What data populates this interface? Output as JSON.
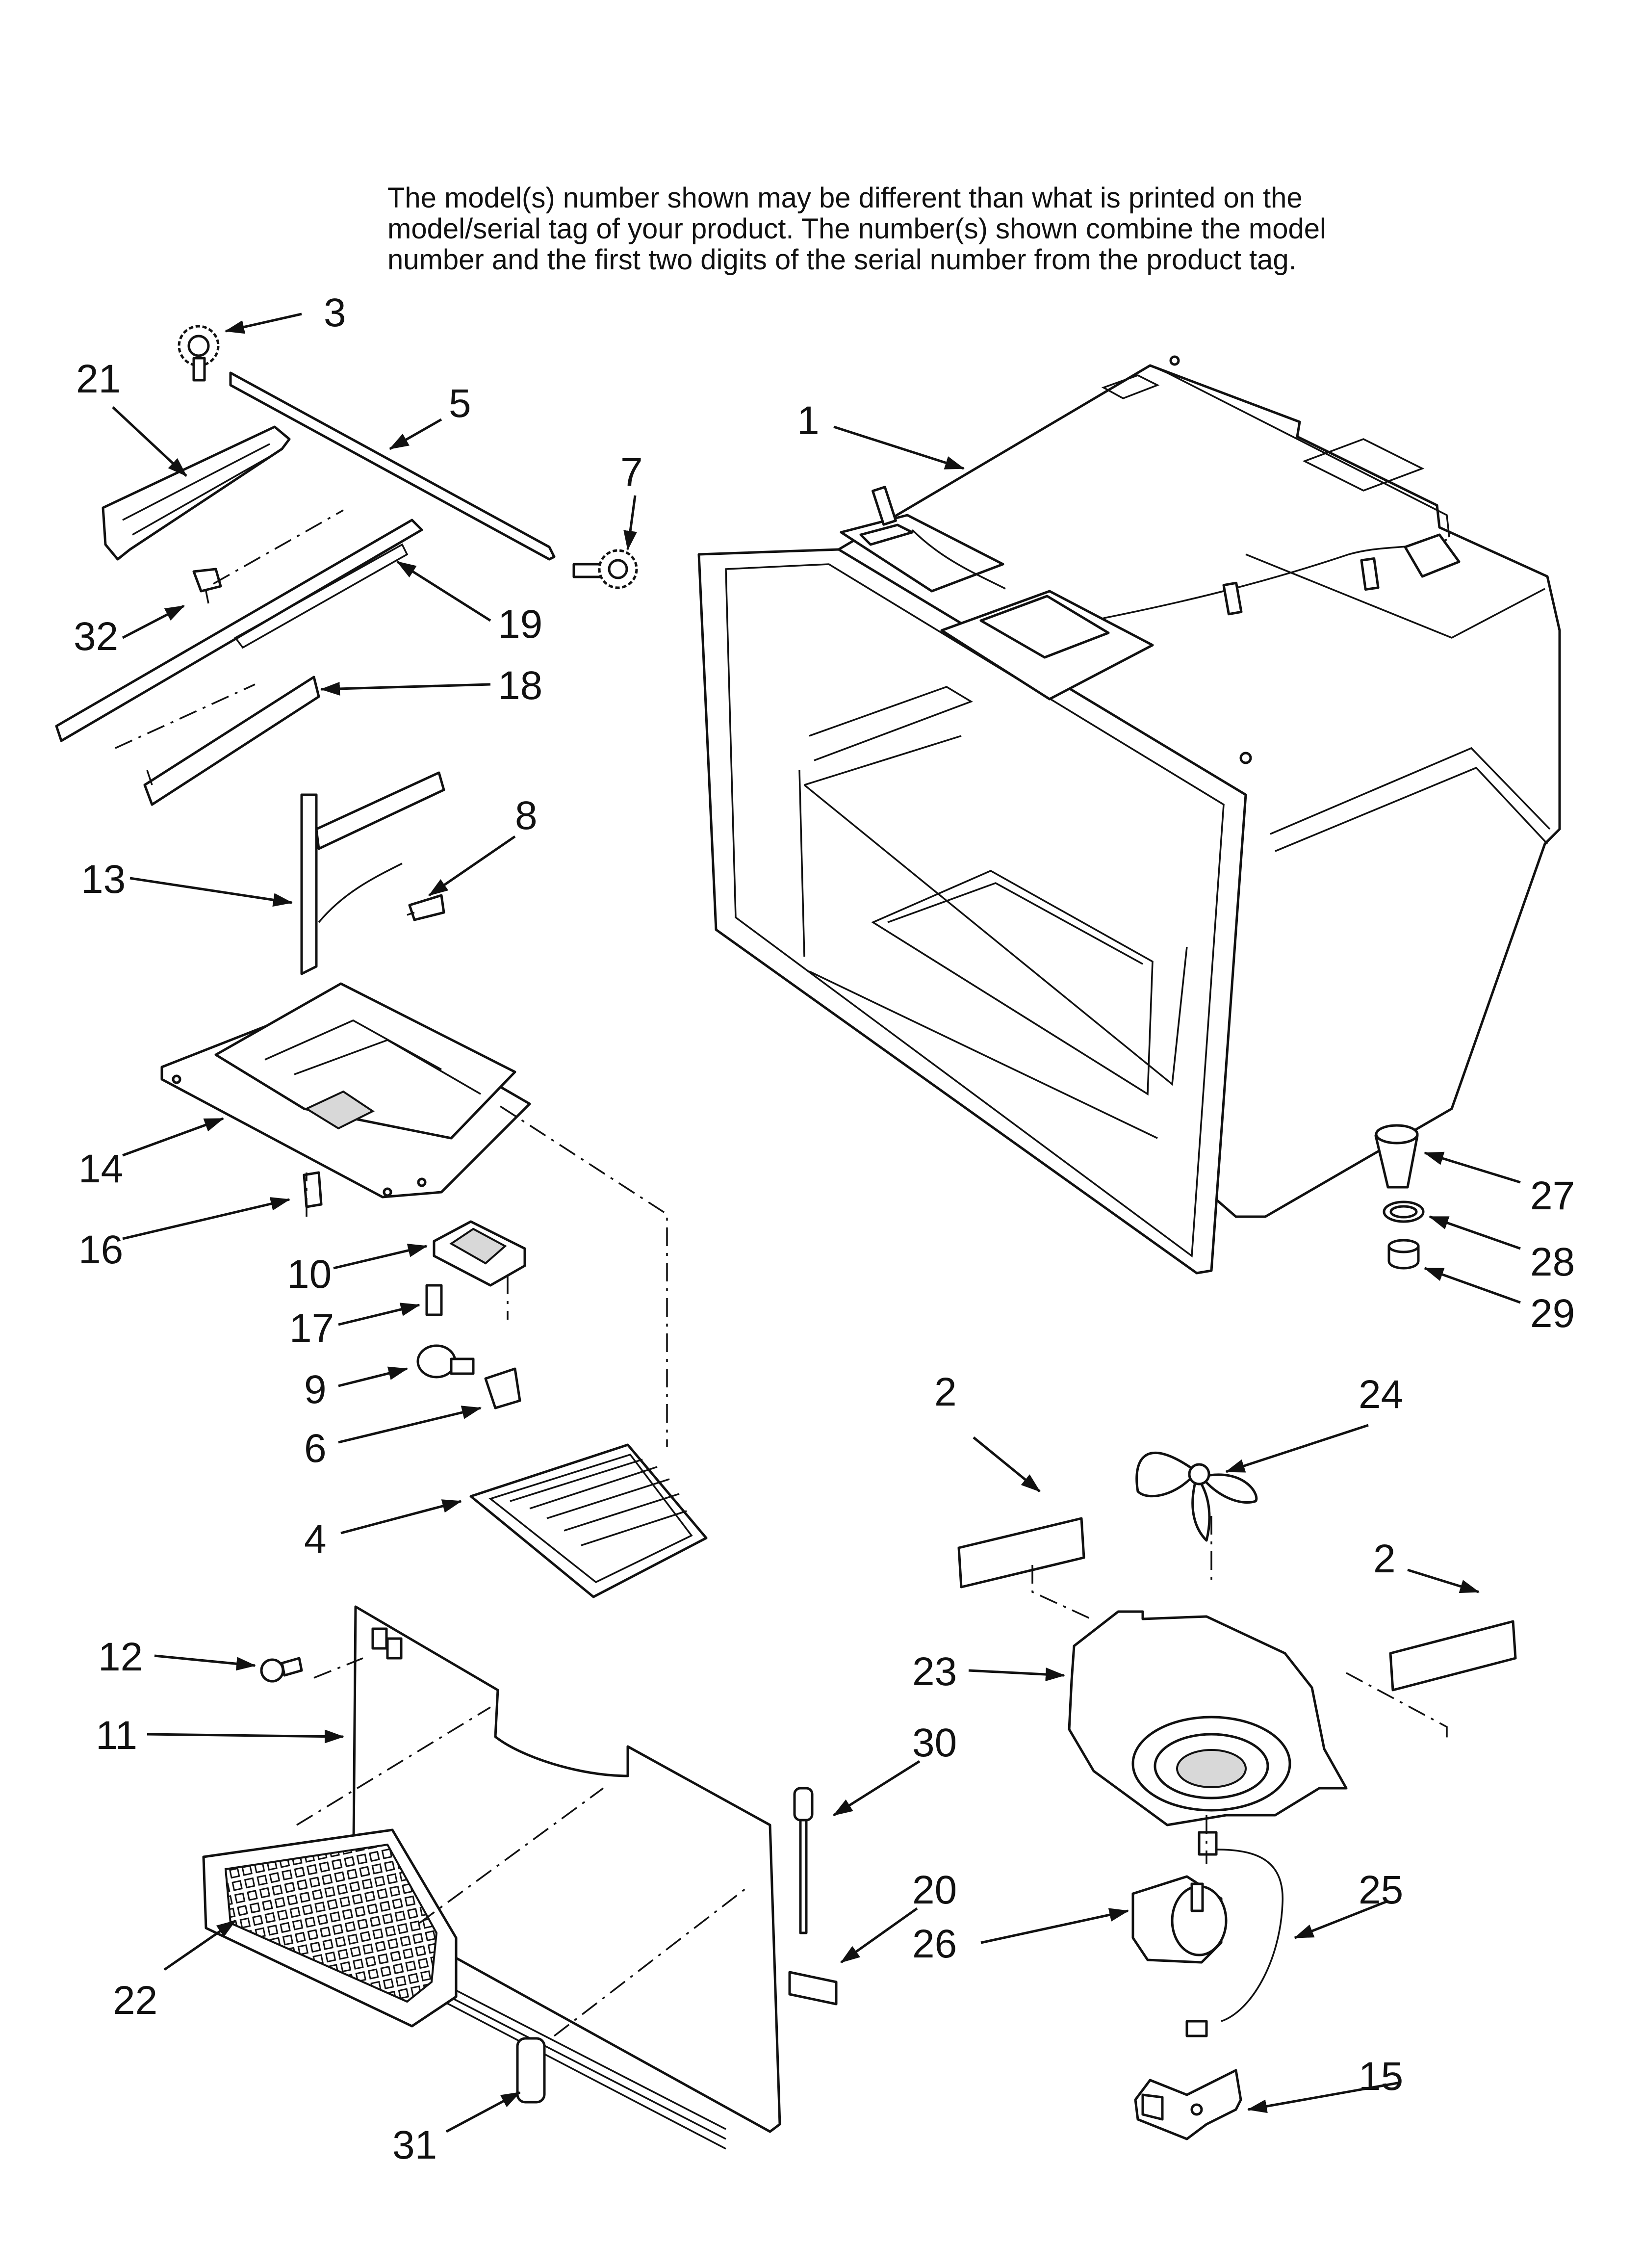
{
  "notice": {
    "lines": [
      "The model(s) number shown may be different than what is printed on the",
      "model/serial tag of your product. The number(s) shown combine the model",
      "number and the first two digits of the serial number from the product tag."
    ]
  },
  "callouts": [
    {
      "id": "c1",
      "label": "1"
    },
    {
      "id": "c2a",
      "label": "2"
    },
    {
      "id": "c2b",
      "label": "2"
    },
    {
      "id": "c3",
      "label": "3"
    },
    {
      "id": "c4",
      "label": "4"
    },
    {
      "id": "c5",
      "label": "5"
    },
    {
      "id": "c6",
      "label": "6"
    },
    {
      "id": "c7",
      "label": "7"
    },
    {
      "id": "c8",
      "label": "8"
    },
    {
      "id": "c9",
      "label": "9"
    },
    {
      "id": "c10",
      "label": "10"
    },
    {
      "id": "c11",
      "label": "11"
    },
    {
      "id": "c12",
      "label": "12"
    },
    {
      "id": "c13",
      "label": "13"
    },
    {
      "id": "c14",
      "label": "14"
    },
    {
      "id": "c15",
      "label": "15"
    },
    {
      "id": "c16",
      "label": "16"
    },
    {
      "id": "c17",
      "label": "17"
    },
    {
      "id": "c18",
      "label": "18"
    },
    {
      "id": "c19",
      "label": "19"
    },
    {
      "id": "c20",
      "label": "20"
    },
    {
      "id": "c21",
      "label": "21"
    },
    {
      "id": "c22",
      "label": "22"
    },
    {
      "id": "c23",
      "label": "23"
    },
    {
      "id": "c24",
      "label": "24"
    },
    {
      "id": "c25",
      "label": "25"
    },
    {
      "id": "c26",
      "label": "26"
    },
    {
      "id": "c27",
      "label": "27"
    },
    {
      "id": "c28",
      "label": "28"
    },
    {
      "id": "c29",
      "label": "29"
    },
    {
      "id": "c30",
      "label": "30"
    },
    {
      "id": "c31",
      "label": "31"
    },
    {
      "id": "c32",
      "label": "32"
    }
  ]
}
